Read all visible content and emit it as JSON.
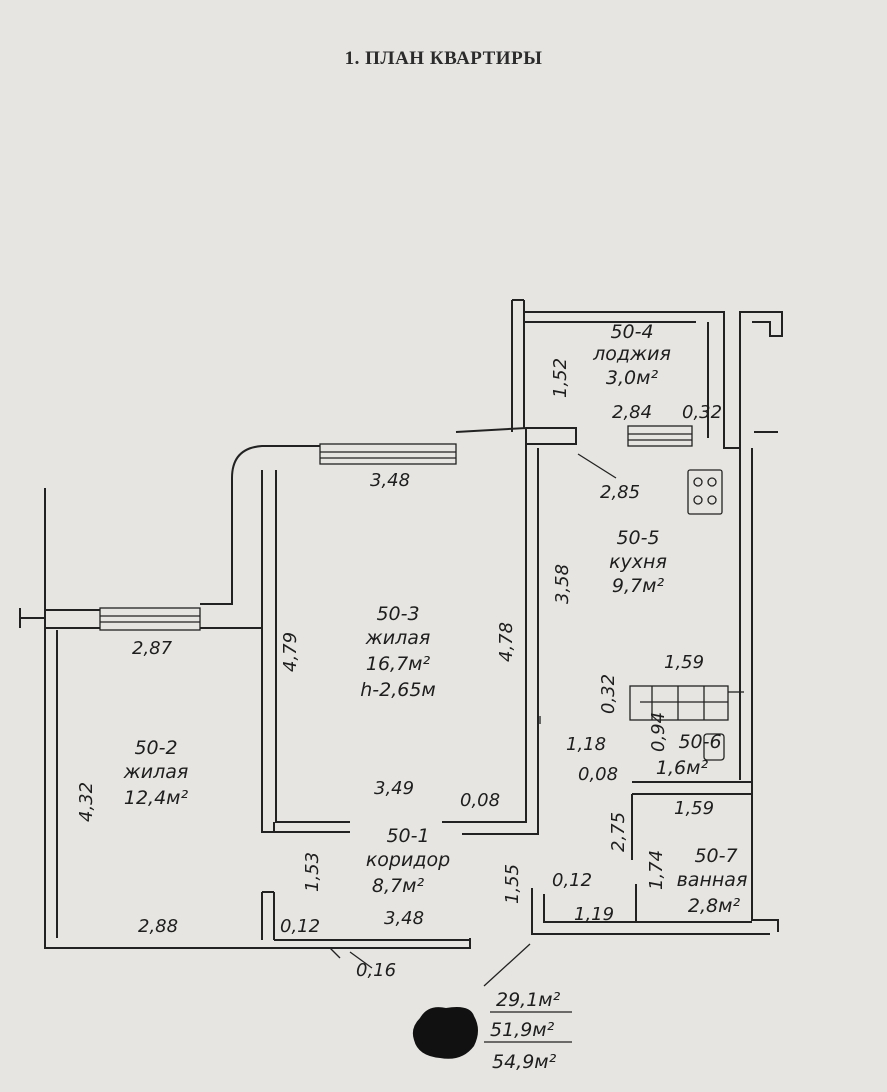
{
  "title": "1. ПЛАН КВАРТИРЫ",
  "rooms": [
    {
      "id": "50-1",
      "type": "коридор",
      "area": "8,7м²"
    },
    {
      "id": "50-2",
      "type": "жилая",
      "area": "12,4м²"
    },
    {
      "id": "50-3",
      "type": "жилая",
      "area": "16,7м²",
      "height": "h-2,65м"
    },
    {
      "id": "50-4",
      "type": "лоджия",
      "area": "3,0м²"
    },
    {
      "id": "50-5",
      "type": "кухня",
      "area": "9,7м²"
    },
    {
      "id": "50-6",
      "type": "",
      "area": "1,6м²"
    },
    {
      "id": "50-7",
      "type": "ванная",
      "area": "2,8м²"
    }
  ],
  "dimensions": [
    "1,52",
    "2,84",
    "0,32",
    "3,48",
    "2,85",
    "3,58",
    "2,87",
    "4,79",
    "4,78",
    "0,32",
    "1,59",
    "4,32",
    "3,49",
    "0,08",
    "1,18",
    "0,94",
    "0,08",
    "2,75",
    "1,59",
    "1,53",
    "1,55",
    "1,74",
    "0,12",
    "2,88",
    "0,12",
    "3,48",
    "1,19",
    "0,16"
  ],
  "totals": [
    "29,1м²",
    "51,9м²",
    "54,9м²"
  ],
  "colors": {
    "paper": "#e6e5e1",
    "ink": "#222222"
  }
}
